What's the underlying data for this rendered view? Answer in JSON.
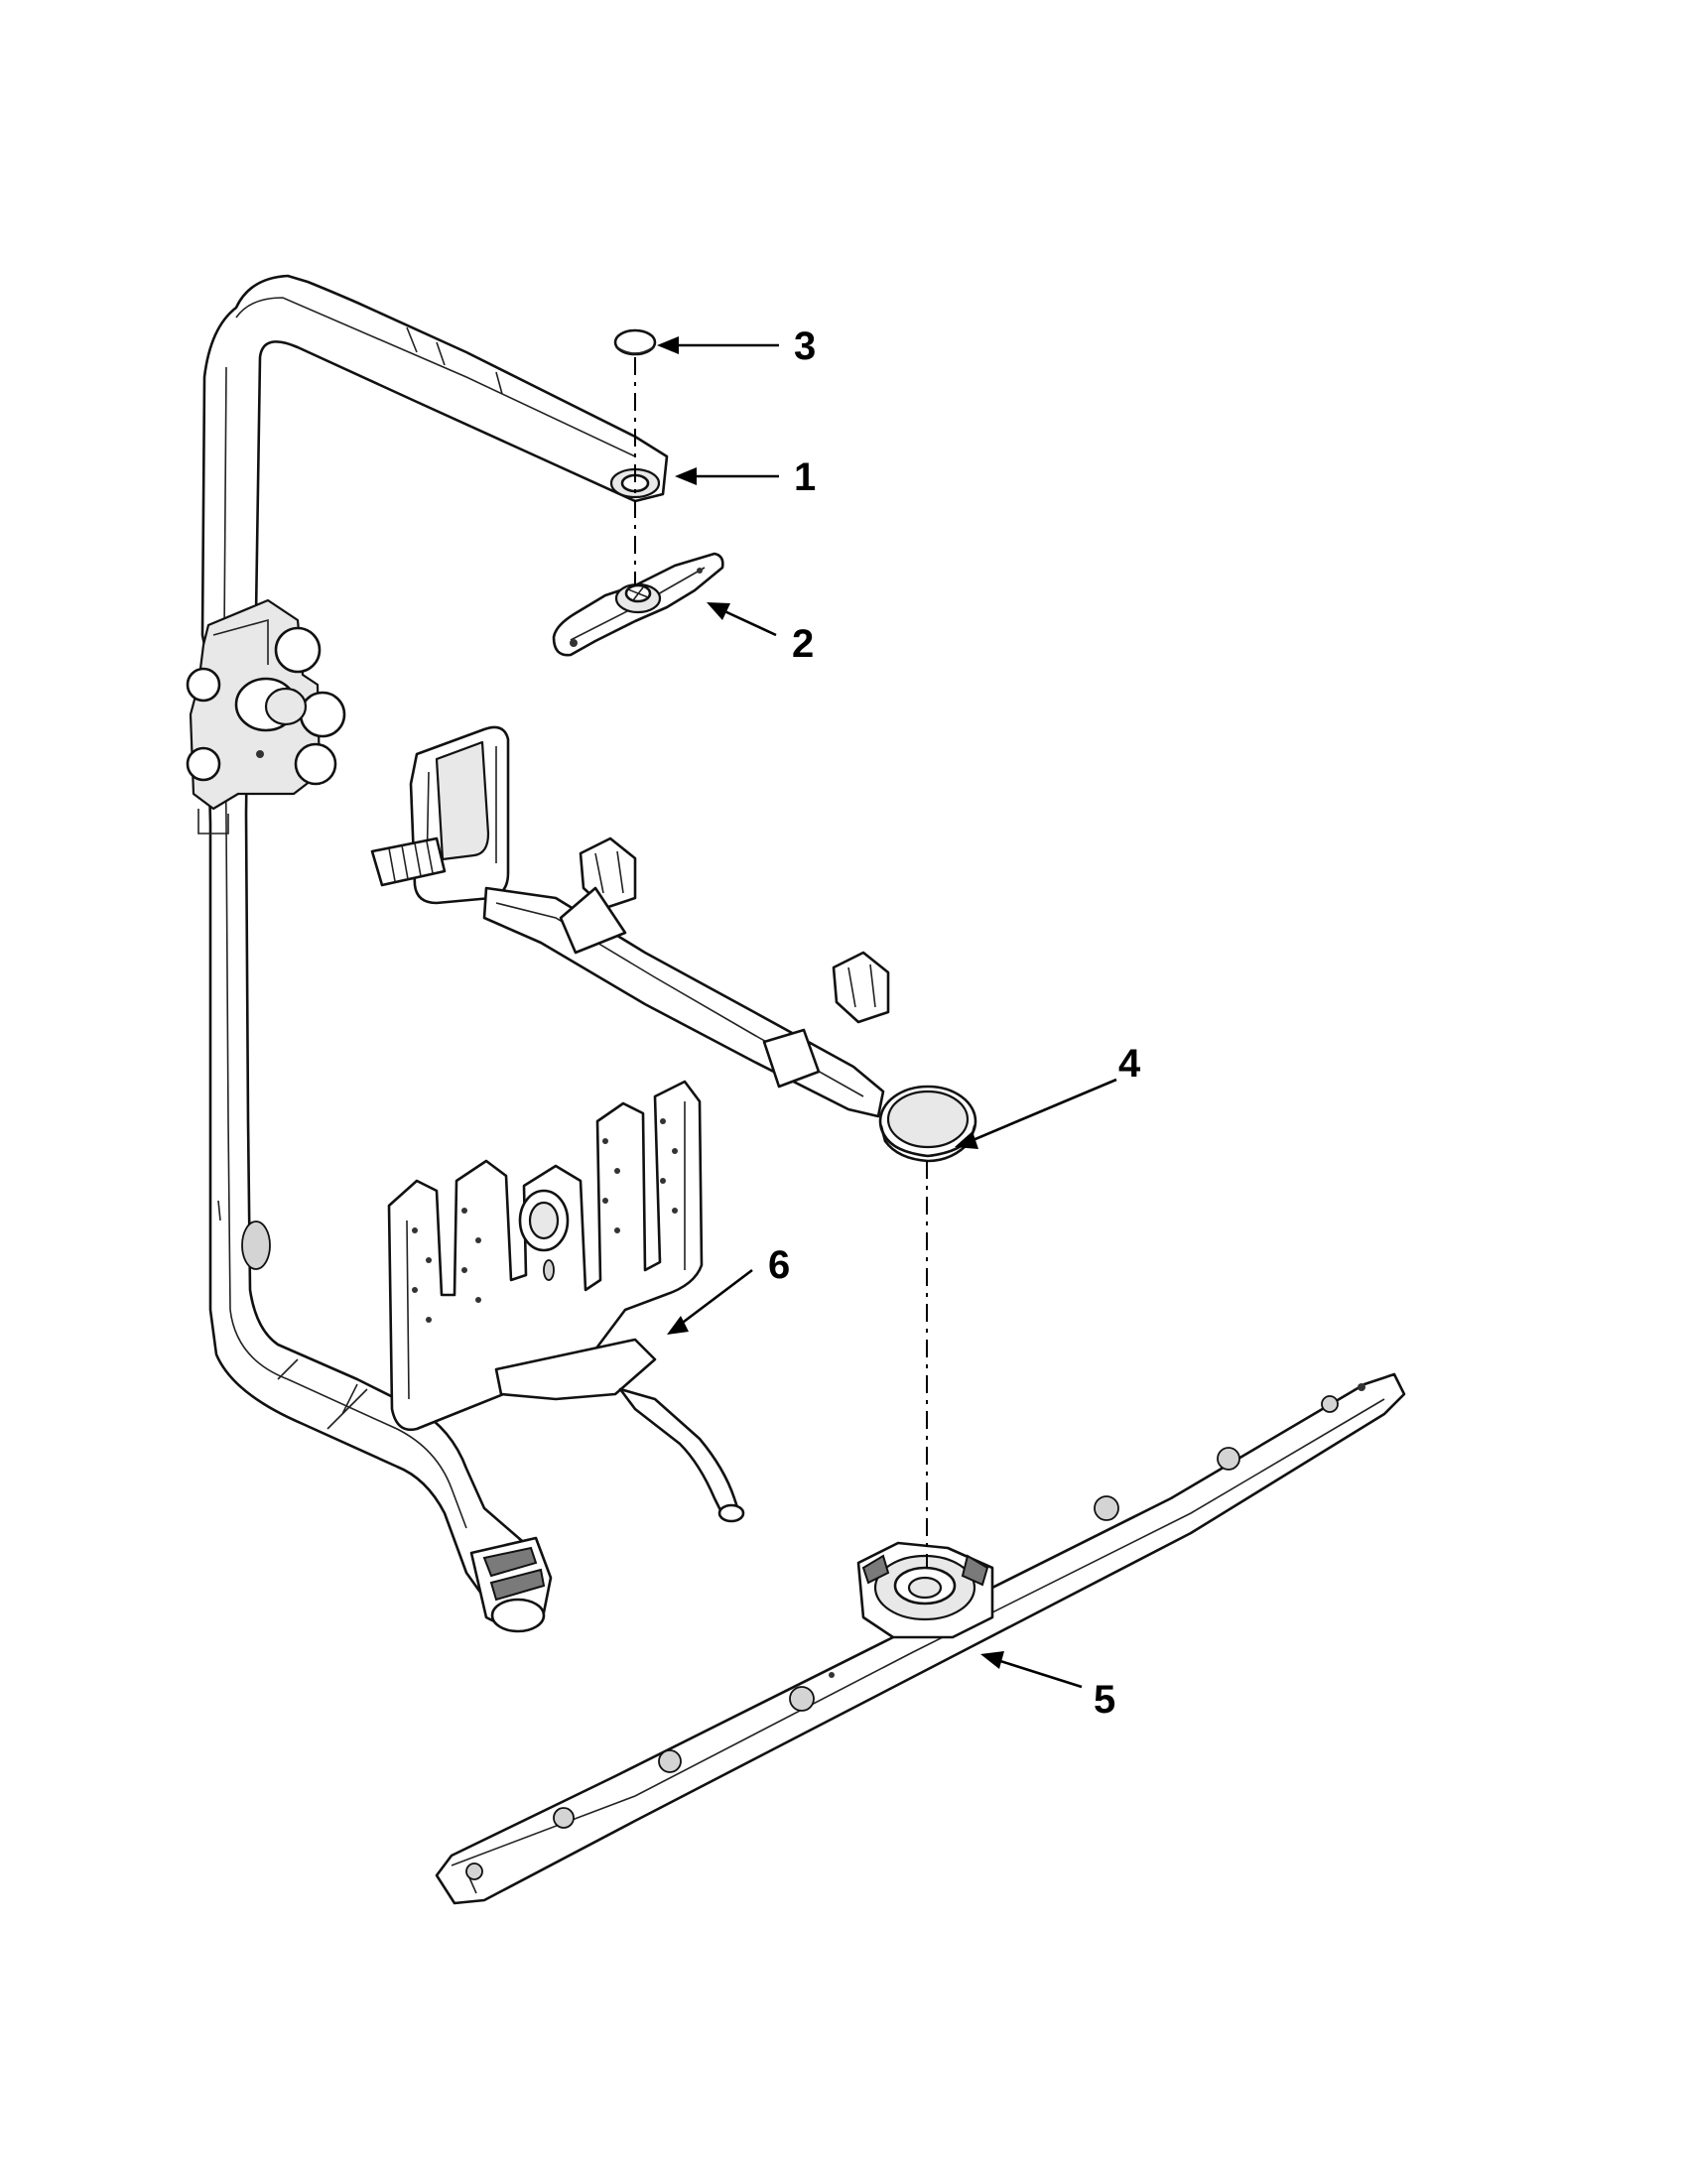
{
  "callouts": [
    {
      "id": "1",
      "label": "1"
    },
    {
      "id": "2",
      "label": "2"
    },
    {
      "id": "3",
      "label": "3"
    },
    {
      "id": "4",
      "label": "4"
    },
    {
      "id": "5",
      "label": "5"
    },
    {
      "id": "6",
      "label": "6"
    }
  ],
  "colors": {
    "line": "#111111",
    "fill": "#ffffff",
    "shade": "#e8e8e8",
    "background": "#ffffff"
  }
}
